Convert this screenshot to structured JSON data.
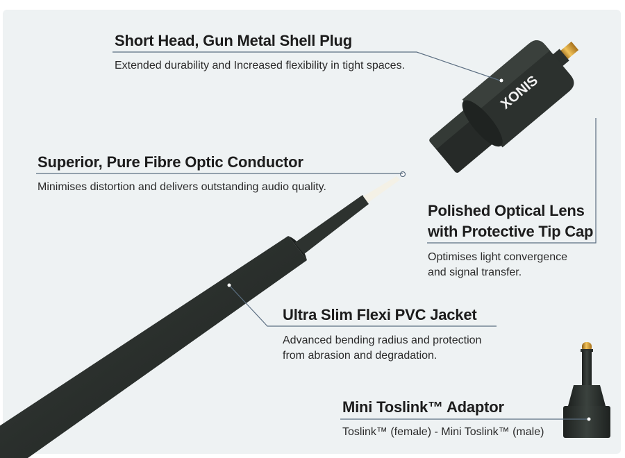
{
  "brand": "XONIS",
  "callouts": {
    "plug": {
      "title": "Short Head, Gun Metal Shell Plug",
      "desc": "Extended durability and Increased flexibility in tight spaces."
    },
    "conductor": {
      "title": "Superior, Pure Fibre Optic Conductor",
      "desc": "Minimises distortion and delivers outstanding audio quality."
    },
    "lens": {
      "title_line1": "Polished Optical Lens",
      "title_line2": "with Protective Tip Cap",
      "desc_line1": "Optimises light convergence",
      "desc_line2": "and signal transfer."
    },
    "jacket": {
      "title": "Ultra Slim Flexi PVC Jacket",
      "desc_line1": "Advanced bending radius and protection",
      "desc_line2": "from abrasion and degradation."
    },
    "adaptor": {
      "title": "Mini Toslink™ Adaptor",
      "desc": "Toslink™ (female) - Mini Toslink™ (male)"
    }
  },
  "colors": {
    "background": "#eef2f3",
    "leader_line": "#5c6f82",
    "cable": "#2b302d",
    "tip_gold": "#d39a2a"
  }
}
